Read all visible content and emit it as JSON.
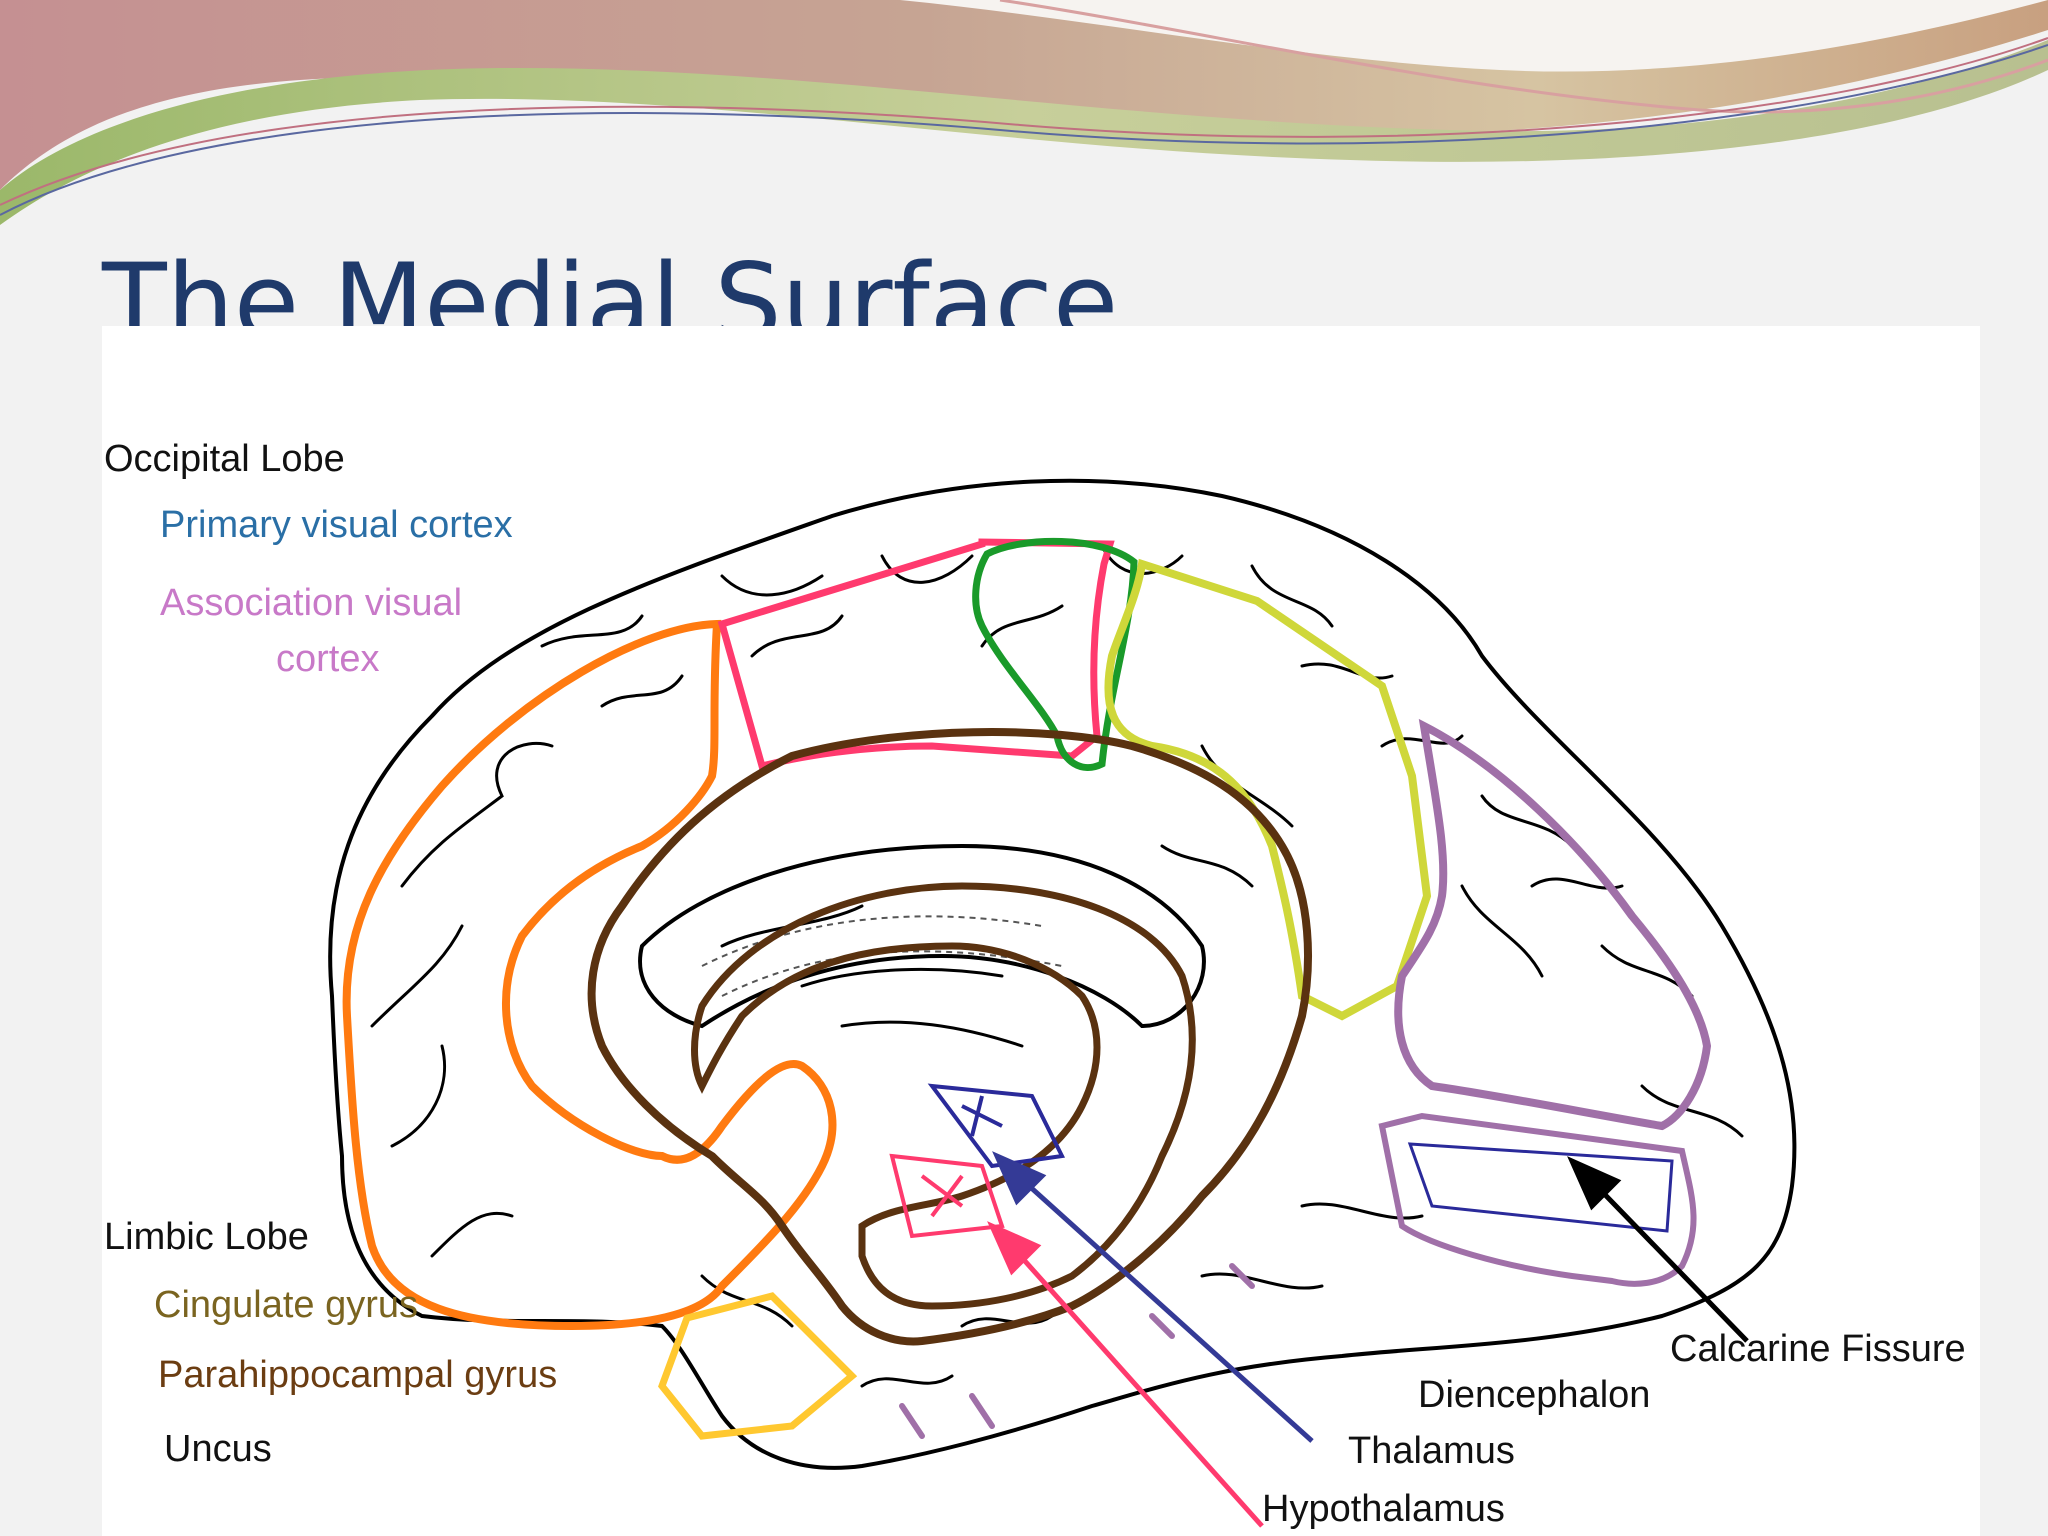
{
  "slide": {
    "title": "The Medial Surface"
  },
  "legend": {
    "occipital_lobe": "Occipital Lobe",
    "primary_visual_cortex": "Primary visual cortex",
    "association_visual_line1": "Association visual",
    "association_visual_line2": "cortex",
    "limbic_lobe": "Limbic Lobe",
    "cingulate_gyrus": "Cingulate gyrus",
    "parahippocampal_gyrus": "Parahippocampal gyrus",
    "uncus": "Uncus"
  },
  "callouts": {
    "calcarine_fissure": "Calcarine Fissure",
    "diencephalon": "Diencephalon",
    "thalamus": "Thalamus",
    "hypothalamus": "Hypothalamus"
  },
  "colors": {
    "title": "#1f3a6b",
    "primary_visual": "#2a6fa6",
    "association_visual": "#c879c8",
    "cingulate": "#7a6420",
    "parahippocampal": "#6b3d12",
    "orange_region": "#ff7a10",
    "pink_region": "#ff3a6e",
    "green_region": "#1a9a2a",
    "yellow_region": "#cfd73a",
    "purple_region": "#a070a8",
    "brown_region": "#5a3210",
    "gold_region": "#ffc830",
    "thalamus_arrow": "#343a96",
    "hypothalamus_arrow": "#ff3a6e"
  }
}
